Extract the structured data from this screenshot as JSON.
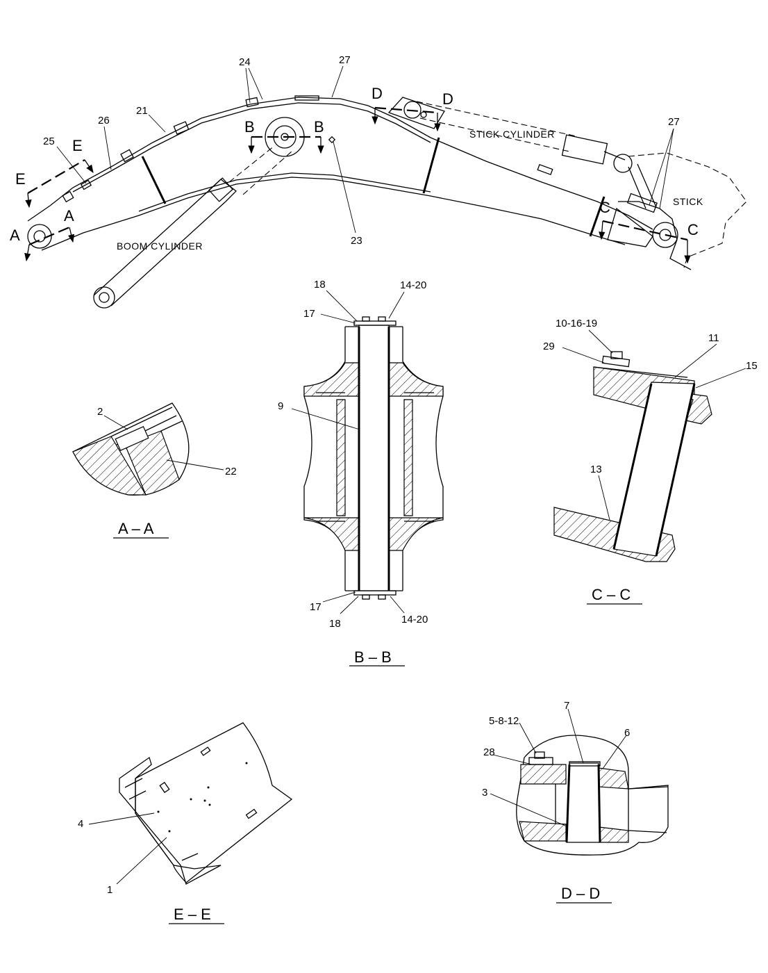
{
  "labels": {
    "n24": "24",
    "n27a": "27",
    "n21": "21",
    "n26": "26",
    "n25": "25",
    "n27b": "27",
    "n23": "23",
    "boom_cylinder": "BOOM CYLINDER",
    "stick_cylinder": "STICK CYLINDER",
    "stick": "STICK",
    "cutA": "A",
    "cutB": "B",
    "cutC": "C",
    "cutD": "D",
    "cutE": "E",
    "n2": "2",
    "n22": "22",
    "n18a": "18",
    "n14_20a": "14-20",
    "n17a": "17",
    "n9": "9",
    "n17b": "17",
    "n18b": "18",
    "n14_20b": "14-20",
    "n10_16_19": "10-16-19",
    "n11": "11",
    "n29": "29",
    "n15": "15",
    "n13": "13",
    "n4": "4",
    "n1": "1",
    "n5_8_12": "5-8-12",
    "n7": "7",
    "n6": "6",
    "n28": "28",
    "n3": "3"
  },
  "captions": {
    "aa": "A – A",
    "bb": "B – B",
    "cc": "C – C",
    "dd": "D – D",
    "ee": "E – E"
  }
}
